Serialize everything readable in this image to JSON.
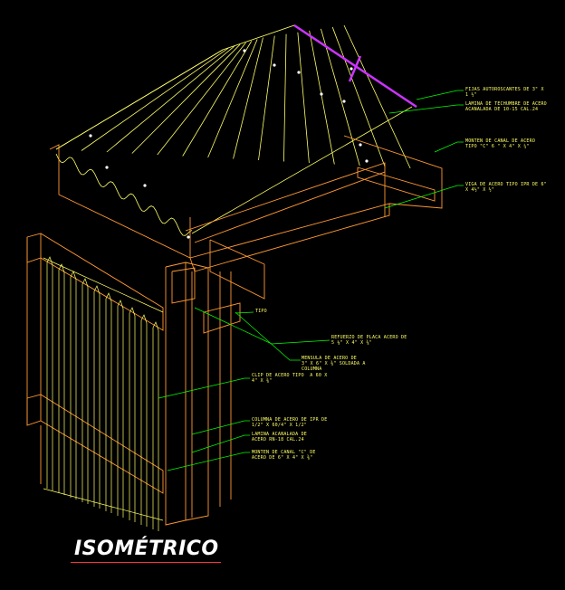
{
  "title": "ISOMÉTRICO",
  "colors": {
    "background": "#000000",
    "roof_sheet": "#ffff66",
    "steel": "#ff9933",
    "leader": "#00ff00",
    "label": "#ffff66",
    "accent": "#cc33ff"
  },
  "callouts": {
    "fijas": "FIJAS AUTOROSCANTES DE 3\" X\n1 ½\"",
    "lamina_techumbre": "LAMINA DE TECHUMBRE DE ACERO\nACANALADA DE 10-15 CAL.24",
    "monten_canal_top": "MONTEN DE CANAL DE ACERO\nTIPO \"C\" 6 \" X 4\" X ¼\"",
    "viga": "VIGA DE ACERO TIPO IPR DE 6\"\nX 4½\" X ½\"",
    "tipo": "TIPO",
    "refuerzo": "REFUERZO DE PLACA ACERO DE\n5 ⅛\" X 4\" X ⅜\"",
    "mensula": "MENSULA DE ACERO DE\n3\" X 6\" X ⅜\" SOLDADA A\nCOLUMNA",
    "clip": "CLIP DE ACERO TIPO  A 60 X\n4\" X ⅜\"",
    "columna": "COLUMNA DE ACERO DE IPR DE\n1/2\" X 60/4\" X 1/2\"",
    "lamina_acanalada": "LAMINA ACANALADA DE\nACERO RN-18 CAL.24",
    "monten_canal_bottom": "MONTEN DE CANAL \"C\" DE\nACERO DE 6\" X 4\" X ⅜\""
  }
}
